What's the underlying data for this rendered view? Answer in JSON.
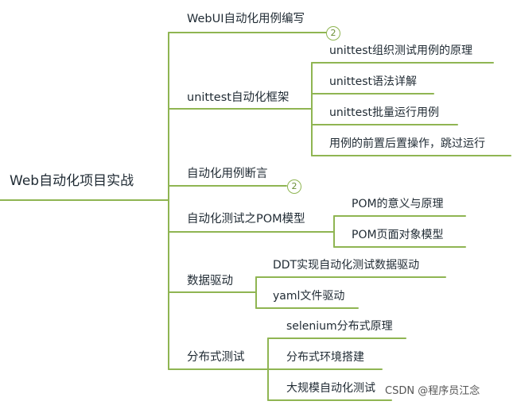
{
  "root": "Web自动化项目实战",
  "branches": [
    {
      "label": "WebUI自动化用例编写",
      "badge": "2"
    },
    {
      "label": "unittest自动化框架",
      "children": [
        "unittest组织测试用例的原理",
        "unittest语法详解",
        "unittest批量运行用例",
        "用例的前置后置操作，跳过运行"
      ]
    },
    {
      "label": "自动化用例断言",
      "badge": "2"
    },
    {
      "label": "自动化测试之POM模型",
      "children": [
        "POM的意义与原理",
        "POM页面对象模型"
      ]
    },
    {
      "label": "数据驱动",
      "children": [
        "DDT实现自动化测试数据驱动",
        "yaml文件驱动"
      ]
    },
    {
      "label": "分布式测试",
      "children": [
        "selenium分布式原理",
        "分布式环境搭建",
        "大规模自动化测试"
      ]
    }
  ],
  "watermark": "CSDN @程序员江念",
  "colors": {
    "line": "#8fb552",
    "text": "#1f2a33"
  }
}
